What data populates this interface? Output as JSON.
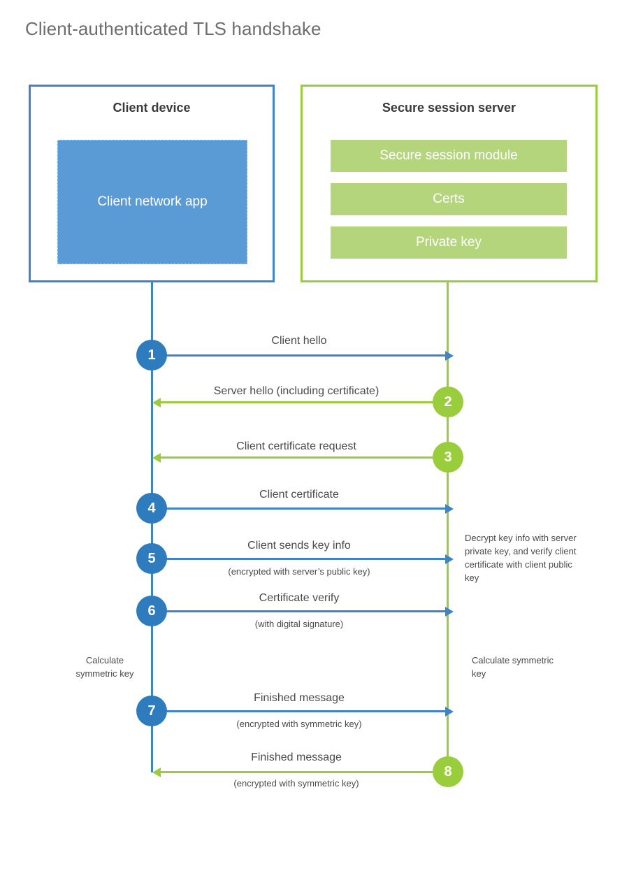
{
  "diagram": {
    "title": "Client-authenticated TLS handshake",
    "colors": {
      "client_blue_border": "#3d85c6",
      "client_app_fill": "#5b9bd5",
      "server_green_border": "#9acd3c",
      "server_bar_fill": "#b5d57d",
      "badge_blue": "#2e7cbe",
      "badge_green": "#9acd3c",
      "text_gray": "#4a4a4a",
      "title_gray": "#6e6e6e"
    },
    "parties": {
      "client": {
        "title": "Client device",
        "component": "Client network app"
      },
      "server": {
        "title": "Secure session server",
        "components": [
          "Secure session module",
          "Certs",
          "Private key"
        ]
      }
    },
    "steps": [
      {
        "number": "1",
        "label": "Client hello",
        "sub": "",
        "direction": "client-to-server",
        "color": "blue"
      },
      {
        "number": "2",
        "label": "Server hello (including certificate)",
        "sub": "",
        "direction": "server-to-client",
        "color": "green"
      },
      {
        "number": "3",
        "label": "Client certificate request",
        "sub": "",
        "direction": "server-to-client",
        "color": "green"
      },
      {
        "number": "4",
        "label": "Client certificate",
        "sub": "",
        "direction": "client-to-server",
        "color": "blue"
      },
      {
        "number": "5",
        "label": "Client sends key info",
        "sub": "(encrypted with server’s public key)",
        "direction": "client-to-server",
        "color": "blue"
      },
      {
        "number": "6",
        "label": "Certificate verify",
        "sub": "(with digital signature)",
        "direction": "client-to-server",
        "color": "blue"
      },
      {
        "number": "7",
        "label": "Finished message",
        "sub": "(encrypted with symmetric key)",
        "direction": "client-to-server",
        "color": "blue"
      },
      {
        "number": "8",
        "label": "Finished message",
        "sub": "(encrypted with symmetric key)",
        "direction": "server-to-client",
        "color": "green"
      }
    ],
    "notes": {
      "server_decrypt": "Decrypt key info with server private key, and verify client certificate with client public key",
      "client_calculate": "Calculate symmetric key",
      "server_calculate": "Calculate symmetric key"
    }
  }
}
